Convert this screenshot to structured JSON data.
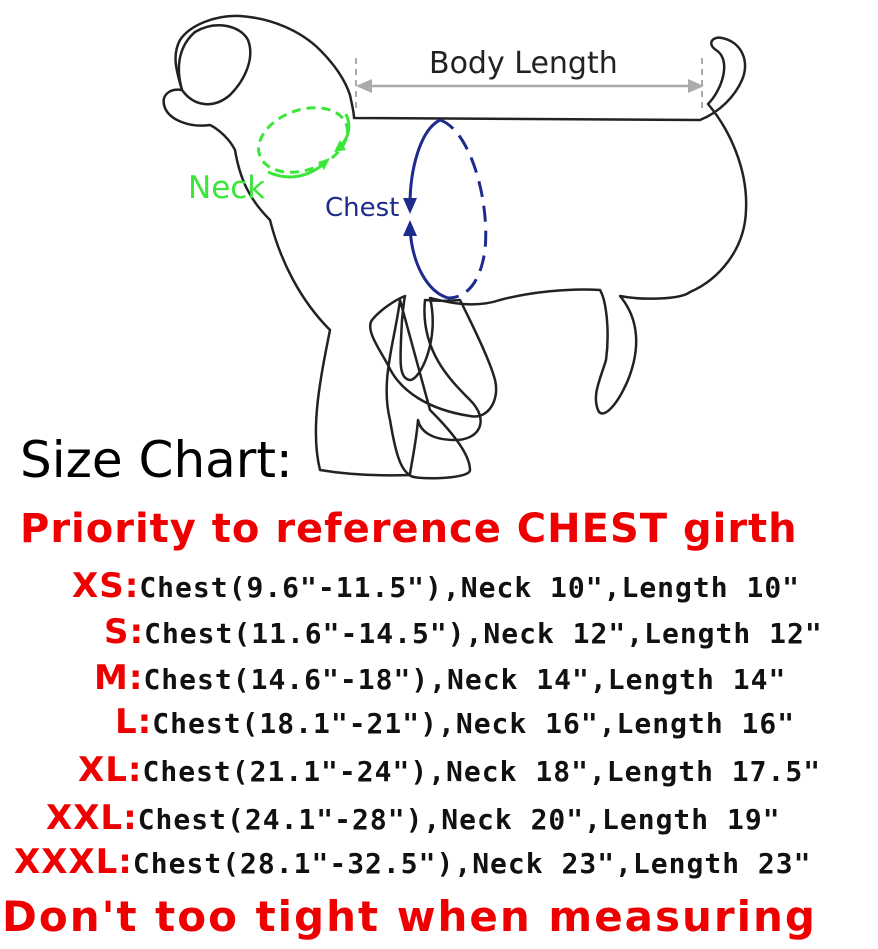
{
  "diagram": {
    "body_length_label": "Body Length",
    "neck_label": "Neck",
    "chest_label": "Chest",
    "colors": {
      "neck": "#39e639",
      "chest": "#1c2b8c",
      "outline": "#222222",
      "measure_line": "#aaaaaa"
    }
  },
  "size_chart": {
    "title": "Size Chart:",
    "priority_note": "Priority to reference CHEST girth",
    "rows": [
      {
        "size": "XS:",
        "details": "Chest(9.6\"-11.5\"),Neck 10\",Length 10\""
      },
      {
        "size": "S:",
        "details": "Chest(11.6\"-14.5\"),Neck 12\",Length 12\""
      },
      {
        "size": "M:",
        "details": "Chest(14.6\"-18\"),Neck 14\",Length 14\""
      },
      {
        "size": "L:",
        "details": "Chest(18.1\"-21\"),Neck 16\",Length 16\""
      },
      {
        "size": "XL:",
        "details": "Chest(21.1\"-24\"),Neck 18\",Length 17.5\""
      },
      {
        "size": "XXL:",
        "details": "Chest(24.1\"-28\"),Neck 20\",Length 19\""
      },
      {
        "size": "XXXL:",
        "details": "Chest(28.1\"-32.5\"),Neck 23\",Length 23\""
      }
    ],
    "warning": "Don't too tight when measuring",
    "colors": {
      "accent": "#ee0000",
      "text": "#111111"
    }
  }
}
